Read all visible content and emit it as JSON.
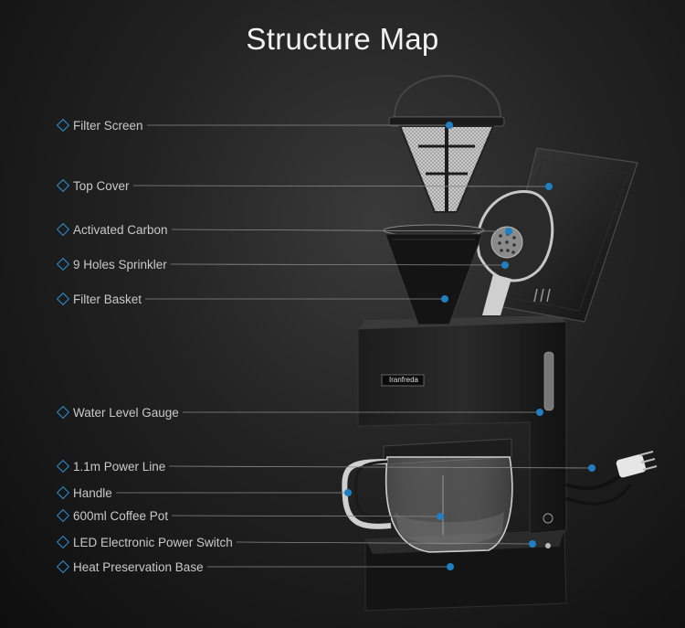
{
  "title": "Structure Map",
  "brand": "Iranfreda",
  "colors": {
    "accent": "#2d8fd0",
    "dot": "#1f7fc0",
    "line": "#8a8a8a",
    "text": "#c9c9c9"
  },
  "callouts": [
    {
      "label": "Filter Screen"
    },
    {
      "label": "Top Cover"
    },
    {
      "label": "Activated Carbon"
    },
    {
      "label": "9 Holes Sprinkler"
    },
    {
      "label": "Filter Basket"
    },
    {
      "label": "Water Level Gauge"
    },
    {
      "label": "1.1m Power Line"
    },
    {
      "label": "Handle"
    },
    {
      "label": "600ml Coffee Pot"
    },
    {
      "label": "LED Electronic Power Switch"
    },
    {
      "label": "Heat Preservation Base"
    }
  ]
}
